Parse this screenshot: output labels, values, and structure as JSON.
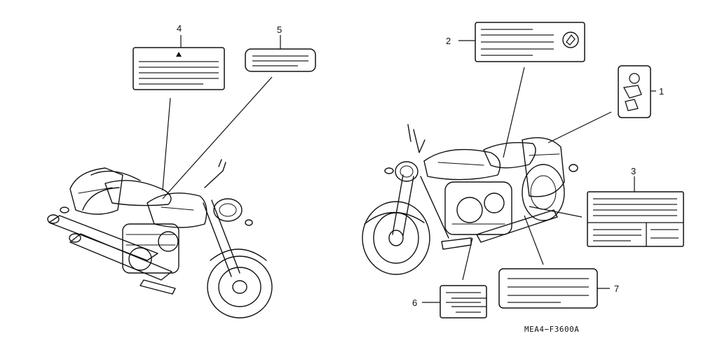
{
  "callouts": {
    "c1": "1",
    "c2": "2",
    "c3": "3",
    "c4": "4",
    "c5": "5",
    "c6": "6",
    "c7": "7"
  },
  "diagram_code": "MEA4−F3600A",
  "icons": {
    "label_4_symbol": "warning-triangle-icon",
    "label_2_symbol": "manual-book-icon",
    "label_1_symbol": "pictogram-icon"
  }
}
